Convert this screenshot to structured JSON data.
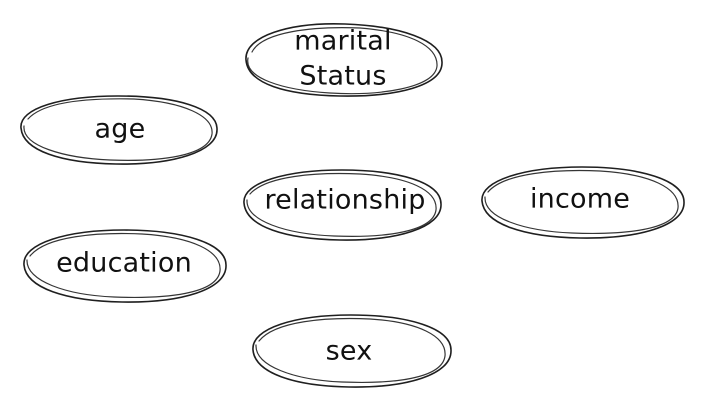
{
  "diagram": {
    "nodes": [
      {
        "id": "marital-status",
        "label_line1": "marital",
        "label_line2": "Status"
      },
      {
        "id": "age",
        "label": "age"
      },
      {
        "id": "relationship",
        "label": "relationship"
      },
      {
        "id": "income",
        "label": "income"
      },
      {
        "id": "education",
        "label": "education"
      },
      {
        "id": "sex",
        "label": "sex"
      }
    ],
    "colors": {
      "stroke": "#1f1f1f",
      "text": "#111111",
      "background": "#ffffff"
    }
  }
}
